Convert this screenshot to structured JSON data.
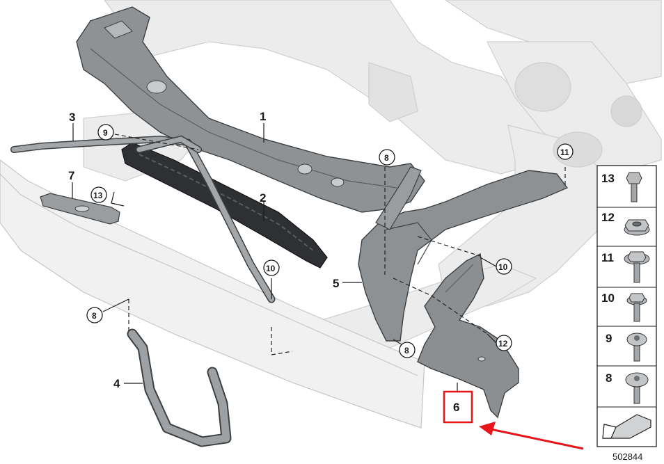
{
  "diagram_id": "502844",
  "parts": {
    "p1": "1",
    "p2": "2",
    "p3": "3",
    "p4": "4",
    "p5": "5",
    "p6": "6",
    "p7": "7"
  },
  "fasteners": {
    "f9": "9",
    "f13": "13",
    "f8a": "8",
    "f8b": "8",
    "f8c": "8",
    "f10a": "10",
    "f10b": "10",
    "f11": "11",
    "f12": "12"
  },
  "legend": [
    "13",
    "12",
    "11",
    "10",
    "9",
    "8"
  ],
  "colors": {
    "highlight": "#e8151b",
    "part_fill": "#8a8d90",
    "part_dark": "#55585b",
    "ghost": "#e9e9e9",
    "ghost_line": "#c9c9c9"
  },
  "icons": {
    "legend_arrow": "arrow-icon",
    "highlight_arrow": "pointer-arrow"
  }
}
